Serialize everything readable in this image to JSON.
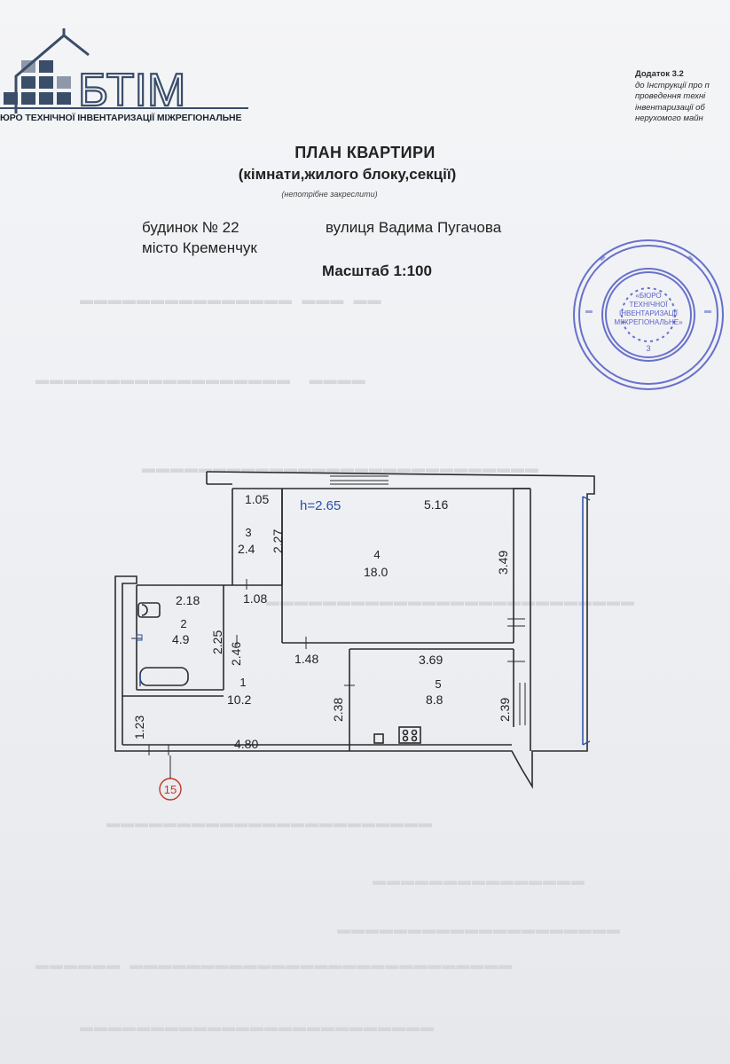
{
  "header": {
    "logo_text": "БТІМ",
    "logo_caption": "ЮРО ТЕХНІЧНОЇ ІНВЕНТАРИЗАЦІЇ МІЖРЕГІОНАЛЬНЕ",
    "appendix_lines": [
      "Додаток 3.2",
      "до Інструкції про п",
      "проведення техні",
      "інвентаризації об",
      "нерухомого майн"
    ]
  },
  "document": {
    "title": "ПЛАН КВАРТИРИ",
    "subtitle": "(кімнати,жилого блоку,секції)",
    "note": "(непотрібне закреслити)",
    "house": "будинок № 22",
    "street": "вулиця Вадима Пугачова",
    "city": "місто Кременчук",
    "scale": "Масштаб 1:100"
  },
  "stamp": {
    "center_lines": [
      "«БЮРО",
      "ТЕХНІЧНОЇ",
      "ІНВЕНТАРИЗАЦІЇ",
      "МІЖРЕГІОНАЛЬНЕ»"
    ],
    "number": "3"
  },
  "plan": {
    "ceiling_height": "h=2.65",
    "rooms": [
      {
        "number": "1",
        "area": "10.2"
      },
      {
        "number": "2",
        "area": "4.9"
      },
      {
        "number": "3",
        "area": "2.4"
      },
      {
        "number": "4",
        "area": "18.0"
      },
      {
        "number": "5",
        "area": "8.8"
      }
    ],
    "dimensions": [
      "1.05",
      "2.27",
      "5.16",
      "3.49",
      "2.18",
      "1.08",
      "2.25",
      "2.46",
      "1.48",
      "3.69",
      "2.38",
      "2.39",
      "1.23",
      "4.80"
    ],
    "axis_marker": "15"
  },
  "colors": {
    "ink": "#2b2b2b",
    "logo_blue": "#3a4d69",
    "stamp_blue": "#5a63c8",
    "axis_red": "#c0392b",
    "height_blue": "#2a4fa8"
  }
}
